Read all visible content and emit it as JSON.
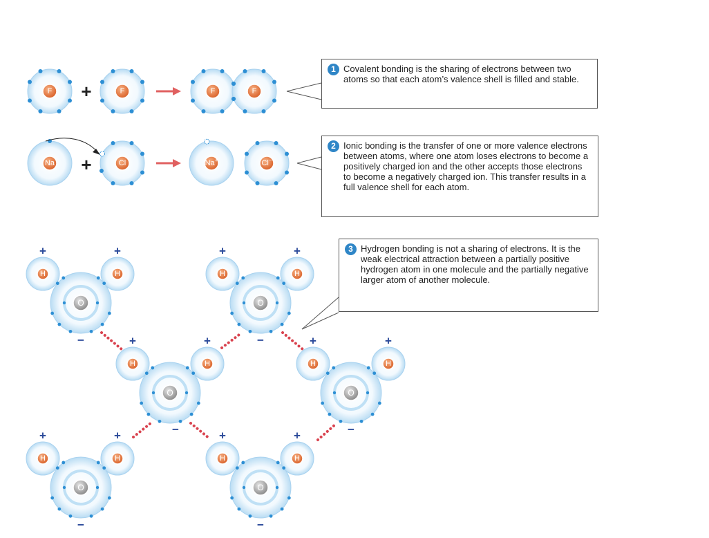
{
  "callouts": [
    {
      "number": "1",
      "text": "Covalent bonding is the sharing of electrons between two atoms so that each atom’s valence shell is filled and stable."
    },
    {
      "number": "2",
      "text": "Ionic bonding is the transfer of one or more valence electrons between atoms, where one atom loses electrons to become a positively charged ion and the other accepts those electrons to become a negatively charged ion. This transfer results in a full valence shell for each atom."
    },
    {
      "number": "3",
      "text": "Hydrogen bonding is not a sharing of electrons. It is the weak electrical attraction between a partially positive hydrogen atom in one molecule and the partially negative larger atom of another molecule."
    }
  ],
  "atoms": {
    "fluorine": "F",
    "sodium": "Na",
    "chlorine": "Cl",
    "sodium_ion_symbol": "Na",
    "sodium_ion_charge": "+",
    "chloride_ion_symbol": "Cl",
    "chloride_ion_charge": "−",
    "hydrogen": "H",
    "oxygen": "O"
  },
  "symbols": {
    "plus": "+",
    "partial_positive": "+",
    "partial_negative": "−"
  },
  "colors": {
    "shell": "#cfe6f6",
    "electron": "#2d8fd4",
    "nucleus_orange": "#e8763a",
    "nucleus_gray": "#9a9a9a",
    "arrow": "#e06060",
    "hbond": "#d9434f",
    "charge": "#2b4a9a"
  }
}
